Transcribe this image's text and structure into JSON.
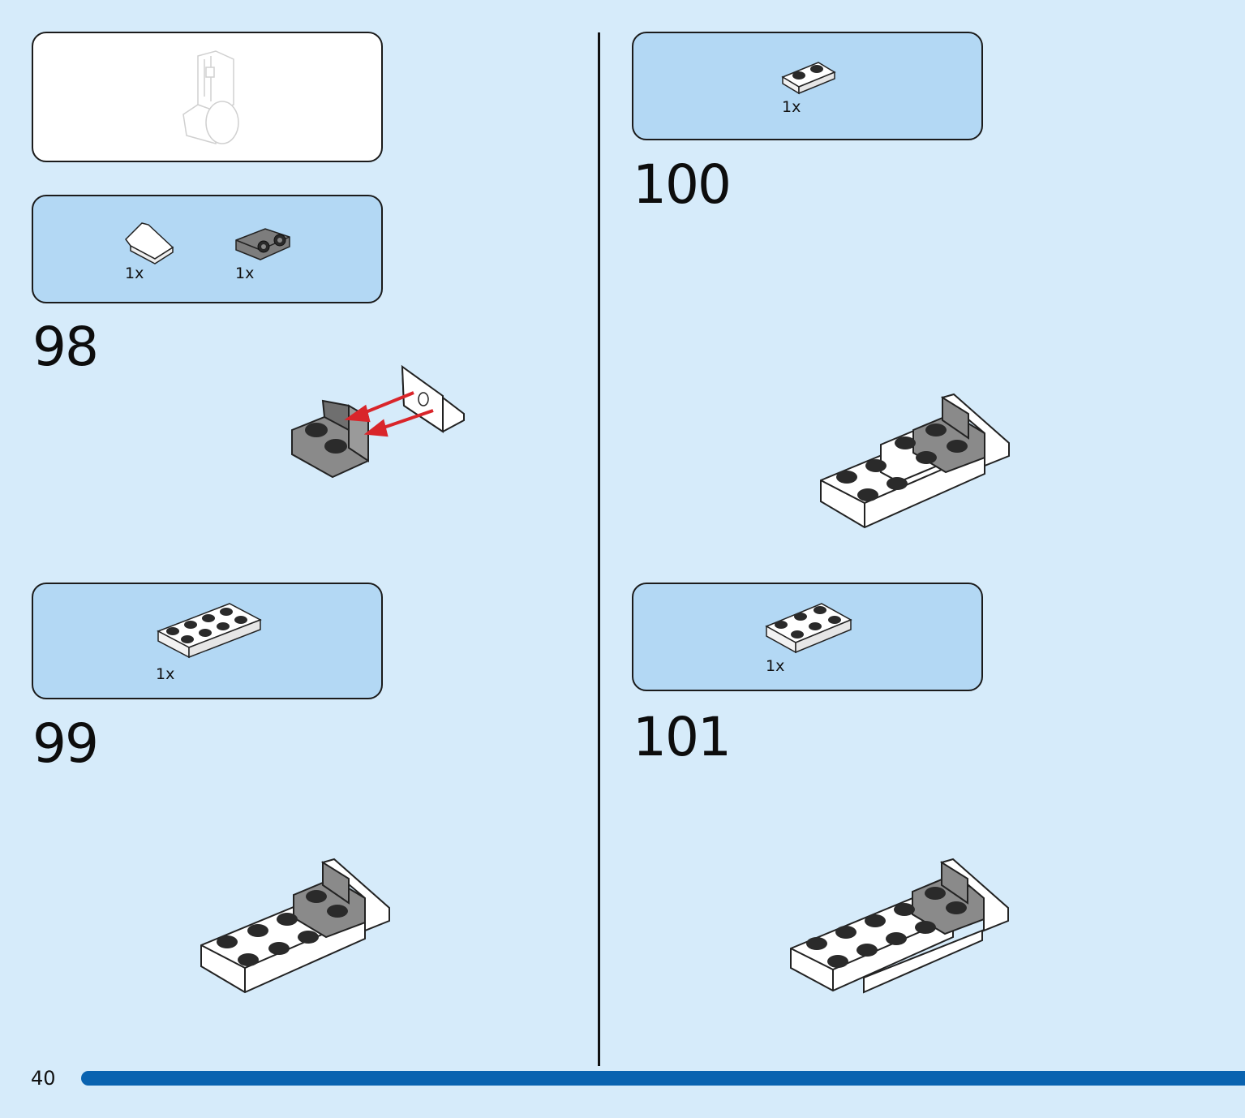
{
  "page": {
    "number": "40"
  },
  "previous_assembly": {
    "label": "previous assembly preview"
  },
  "steps": [
    {
      "number": "98",
      "parts": [
        {
          "qty": "1x",
          "name": "white-slope-1x2"
        },
        {
          "qty": "1x",
          "name": "dark-gray-bracket-1x2"
        }
      ]
    },
    {
      "number": "99",
      "parts": [
        {
          "qty": "1x",
          "name": "white-plate-2x4"
        }
      ]
    },
    {
      "number": "100",
      "parts": [
        {
          "qty": "1x",
          "name": "white-plate-1x2"
        }
      ]
    },
    {
      "number": "101",
      "parts": [
        {
          "qty": "1x",
          "name": "white-plate-2x3"
        }
      ]
    }
  ],
  "colors": {
    "background": "#d6ebfa",
    "parts_panel": "#b3d8f4",
    "progress_bar": "#0a63b0",
    "arrow": "#d9252a",
    "brick_white": "#ffffff",
    "brick_gray": "#8a8a8a"
  }
}
